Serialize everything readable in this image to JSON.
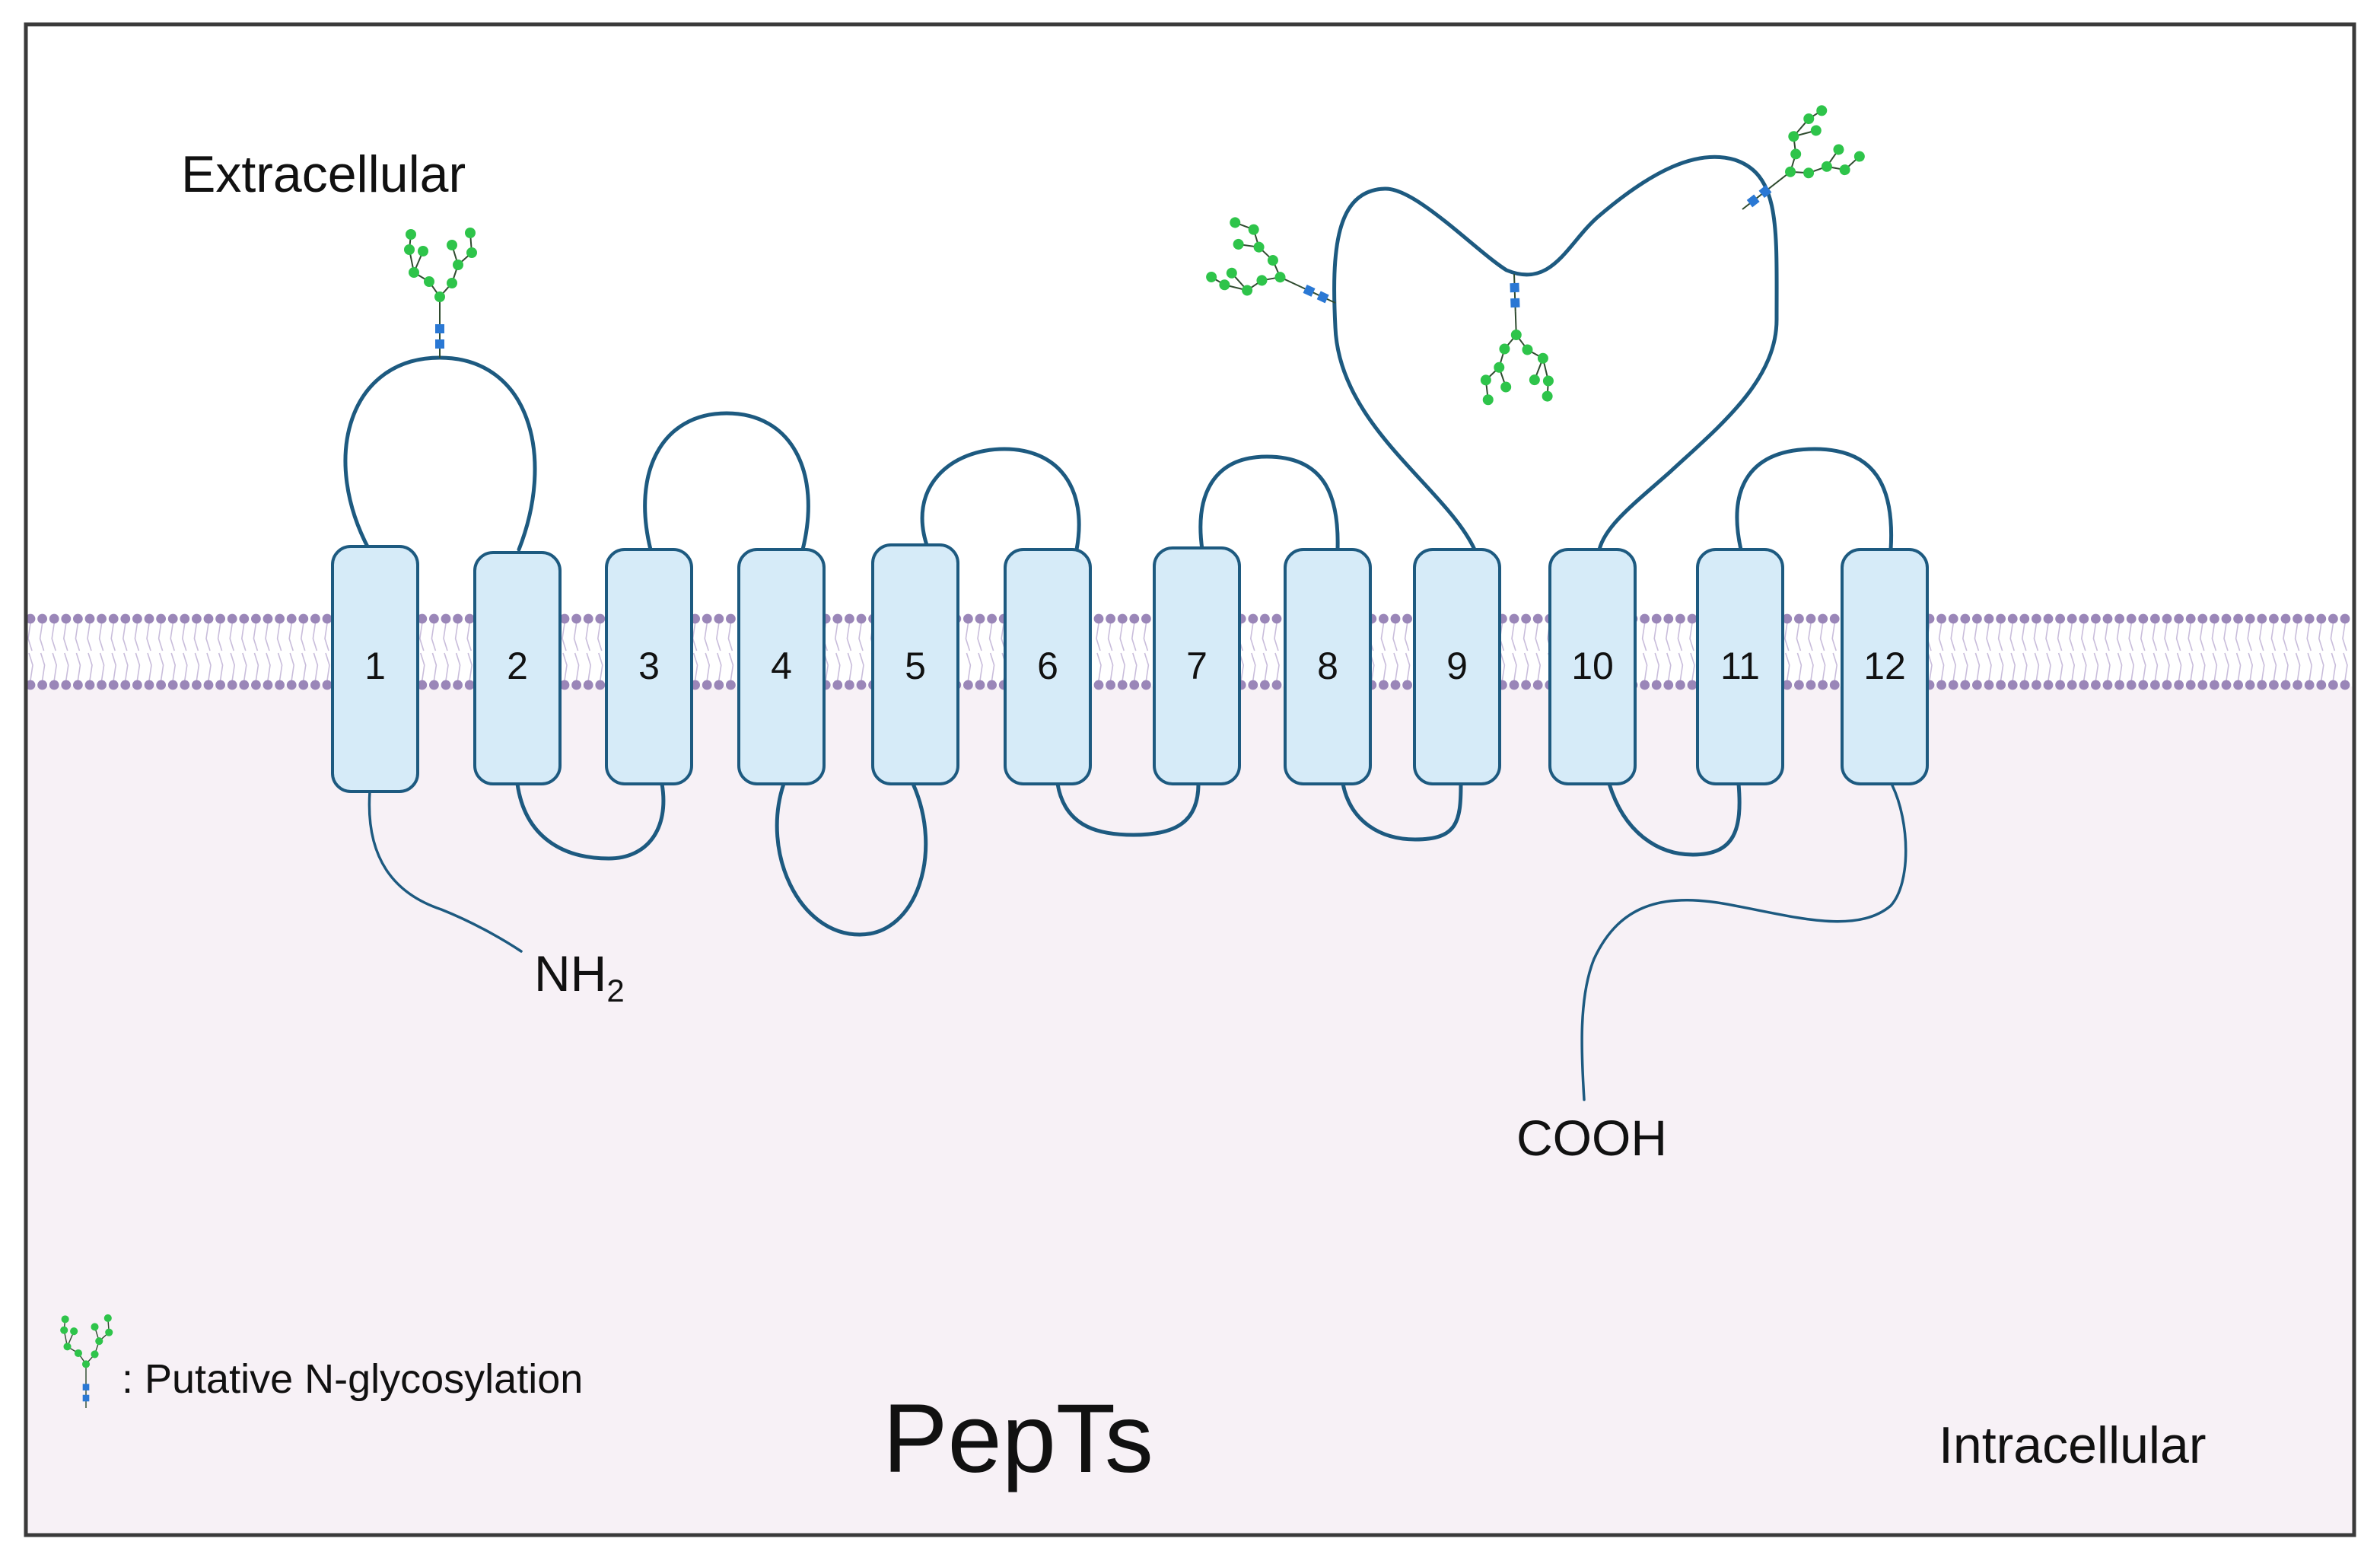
{
  "title": "PepTs",
  "regions": {
    "extracellular": "Extracellular",
    "intracellular": "Intracellular"
  },
  "termini": {
    "n_terminus": "NH",
    "n_terminus_subscript": "2",
    "c_terminus": "COOH"
  },
  "legend": {
    "label": ": Putative N-glycosylation",
    "icon": "glycan-tree-icon"
  },
  "segments": [
    "1",
    "2",
    "3",
    "4",
    "5",
    "6",
    "7",
    "8",
    "9",
    "10",
    "11",
    "12"
  ],
  "glycosylation_sites": [
    "loop-1-2",
    "loop-9-10-left",
    "loop-9-10-top",
    "loop-9-10-right"
  ],
  "colors": {
    "helix_fill": "#d6ebf8",
    "helix_stroke": "#1d5a80",
    "membrane_head": "#9a86b8",
    "intracellular_bg": "#f7f1f6",
    "glycan_green": "#2ec44a",
    "glycan_blue": "#2a78d4"
  }
}
